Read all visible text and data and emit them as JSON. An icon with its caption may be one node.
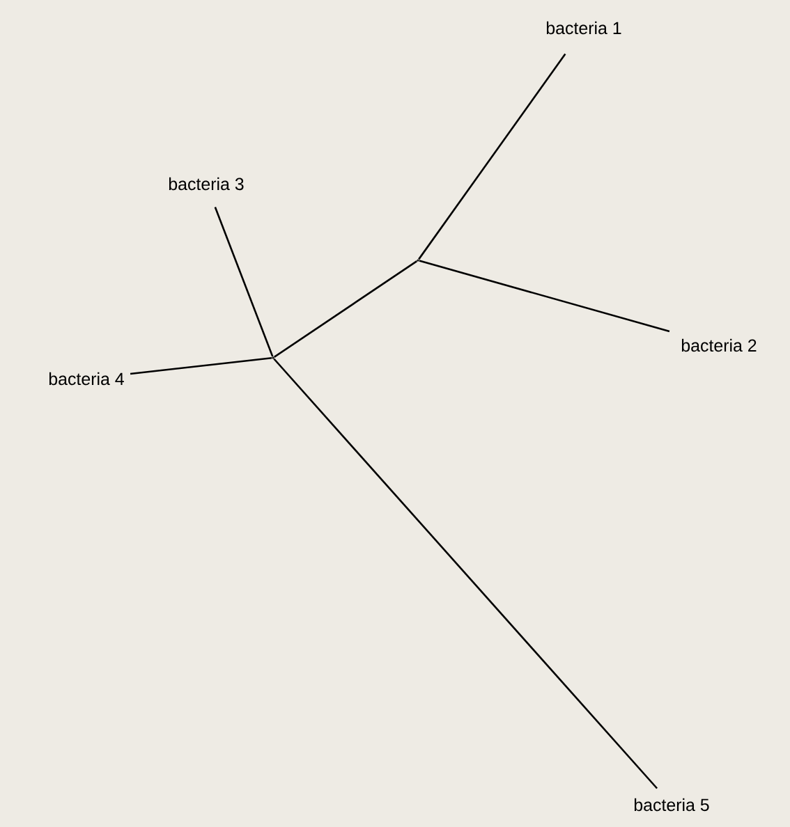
{
  "diagram": {
    "nodes": [
      {
        "text": [
          "bacteria 1"
        ]
      },
      {
        "text": [
          "bacteria 3"
        ]
      },
      {
        "text": [
          "bacteria 2"
        ]
      },
      {
        "text": [
          "bacteria 4"
        ]
      },
      {
        "text": [
          "bacteria 5"
        ]
      },
      {
        "text": [],
        "shape": "point"
      },
      {
        "text": [],
        "shape": "point"
      }
    ],
    "edges": [
      {
        "from": 5,
        "to": 0,
        "arrow": "none"
      },
      {
        "from": 5,
        "to": 2,
        "arrow": "none"
      },
      {
        "from": 6,
        "to": 1,
        "arrow": "none"
      },
      {
        "from": 6,
        "to": 3,
        "arrow": "none"
      },
      {
        "from": 6,
        "to": 4,
        "arrow": "none"
      },
      {
        "from": 5,
        "to": 6,
        "arrow": "none"
      }
    ]
  }
}
